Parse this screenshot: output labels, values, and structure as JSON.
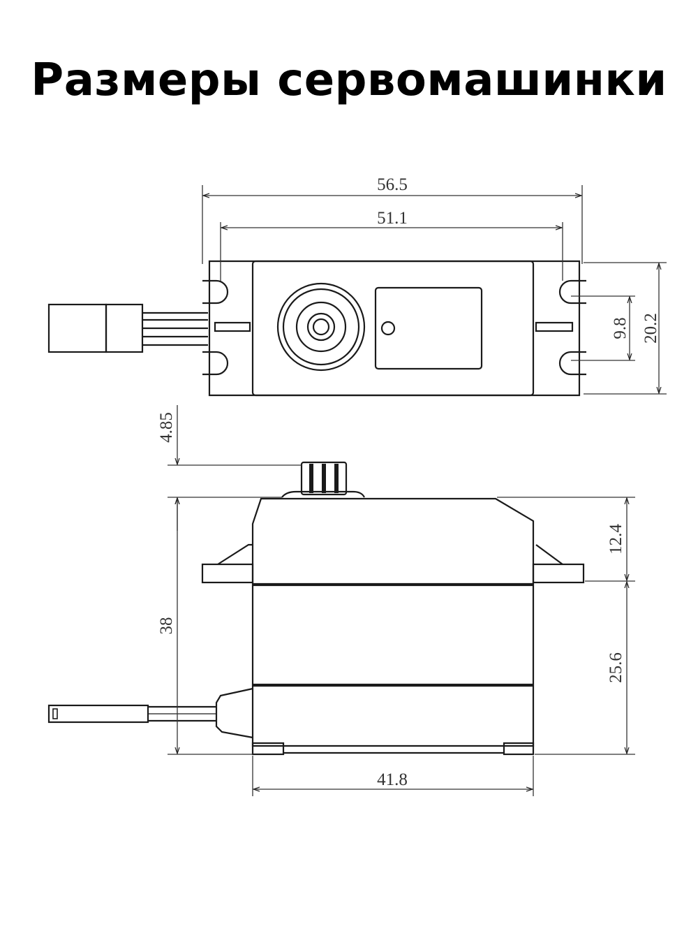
{
  "title": "Размеры сервомашинки",
  "dimensions": {
    "top_total_width": "56.5",
    "top_mount_spacing": "51.1",
    "top_tab_spacing": "9.8",
    "top_body_height": "20.2",
    "shaft_height": "4.85",
    "upper_height": "12.4",
    "total_height": "38",
    "lower_height": "25.6",
    "body_width": "41.8"
  }
}
